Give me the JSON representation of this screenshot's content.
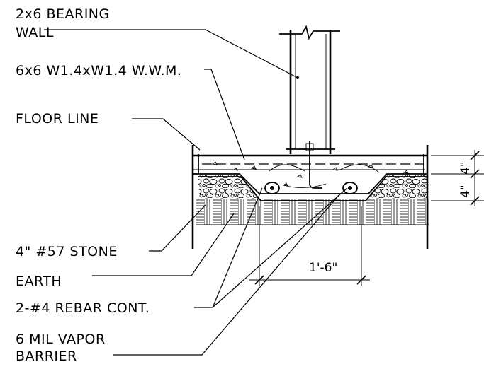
{
  "labels": {
    "bearing_wall_1": "2x6 BEARING",
    "bearing_wall_2": "WALL",
    "wwm": "6x6 W1.4xW1.4 W.W.M.",
    "floor_line": "FLOOR LINE",
    "stone": "4\" #57 STONE",
    "earth": "EARTH",
    "rebar": "2-#4 REBAR CONT.",
    "vapor_1": "6 MIL VAPOR",
    "vapor_2": "BARRIER"
  },
  "dimensions": {
    "width": "1'-6\"",
    "slab_top": "4\"",
    "slab_bottom": "4\""
  }
}
